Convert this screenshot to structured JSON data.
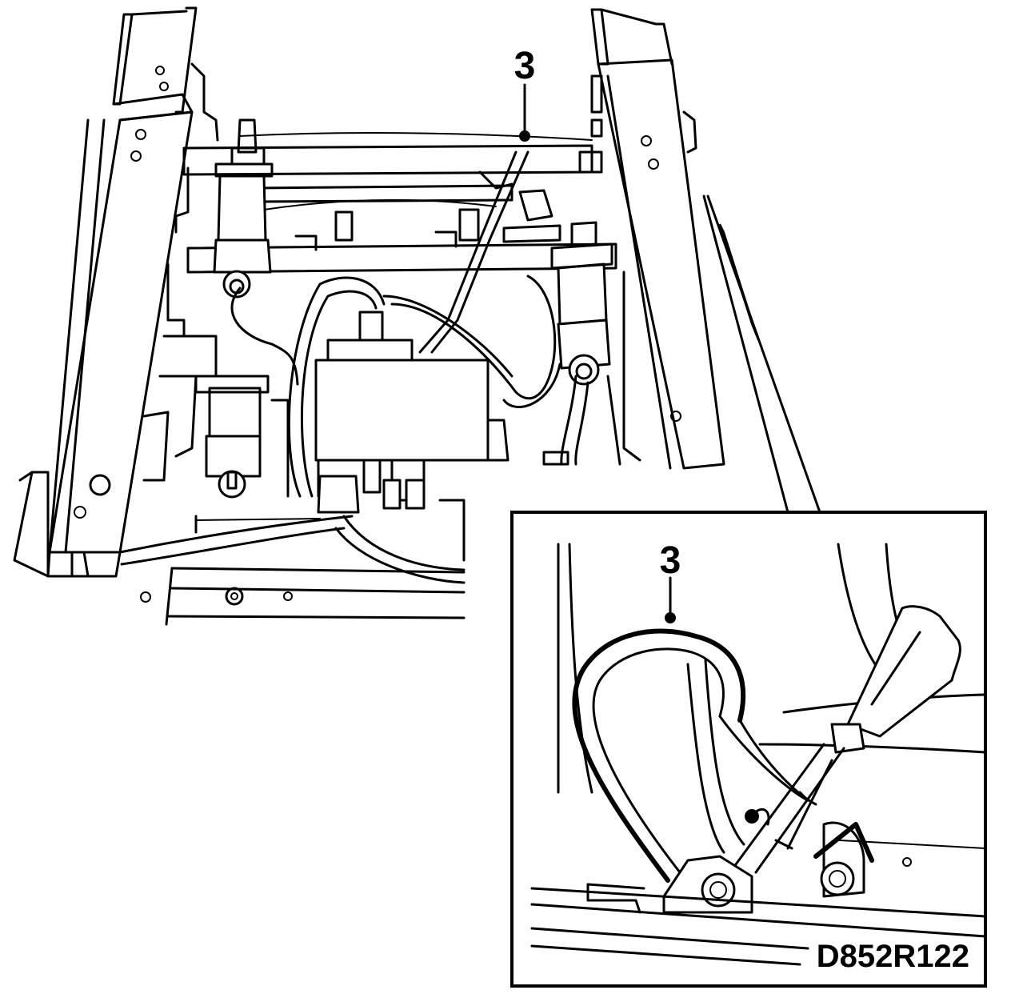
{
  "main_view": {
    "callout": "3"
  },
  "inset": {
    "callout": "3",
    "figure_code": "D852R122"
  }
}
